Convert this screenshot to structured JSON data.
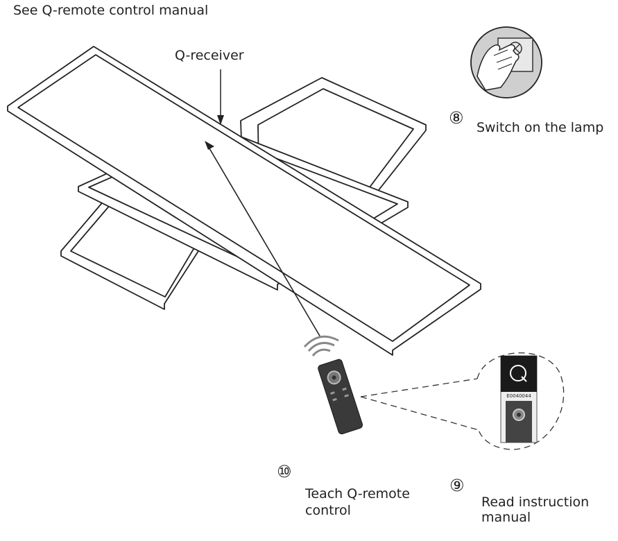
{
  "header": {
    "title": "See Q-remote control manual"
  },
  "labels": {
    "receiver": "Q-receiver",
    "step8": "Switch on the lamp",
    "step10_line1": "Teach Q-remote",
    "step10_line2": "control",
    "step9_line1": "Read instruction",
    "step9_line2": "manual",
    "remote_code": "E0040044"
  },
  "steps": {
    "s8": "⑧",
    "s9": "⑨",
    "s10": "⑩"
  },
  "icons": [
    "hand-switch-icon",
    "q-logo-icon",
    "remote-control-icon",
    "signal-waves-icon"
  ]
}
